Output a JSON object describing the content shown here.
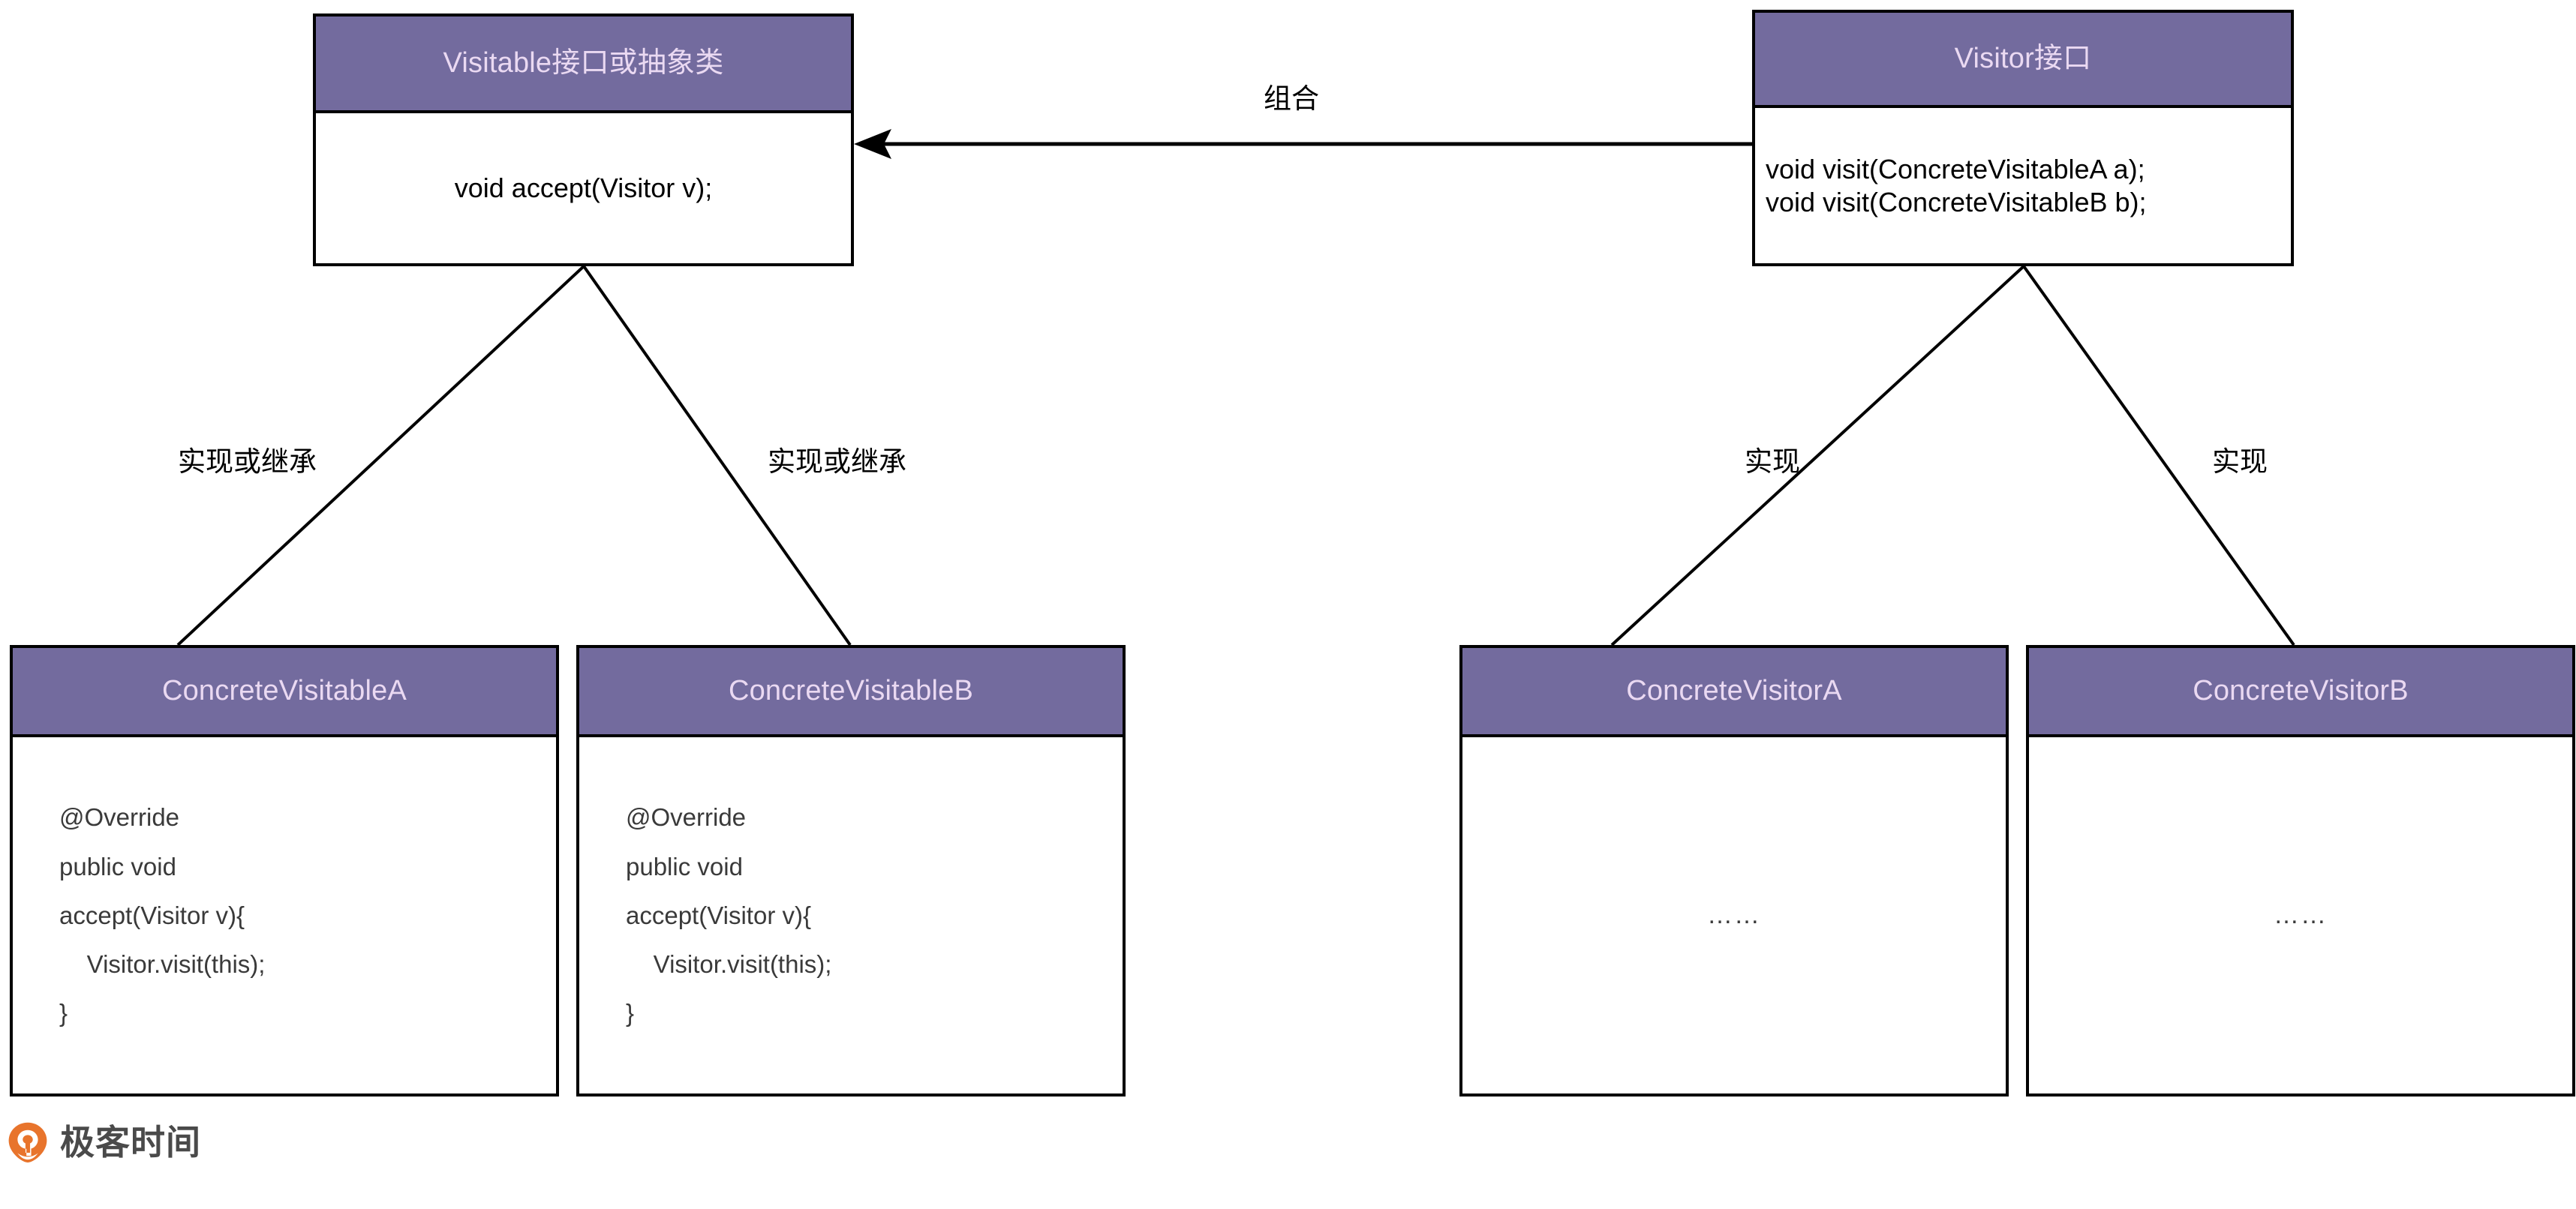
{
  "diagram": {
    "title_text_color": "#ead9f2",
    "header_fill": "#736b9e",
    "border_color": "#000000",
    "code_text_color": "#3a3a3a"
  },
  "nodes": {
    "visitable": {
      "title": "Visitable接口或抽象类",
      "members": "void accept(Visitor v);"
    },
    "visitor": {
      "title": "Visitor接口",
      "member_line_1": "void visit(ConcreteVisitableA a);",
      "member_line_2": "void visit(ConcreteVisitableB b);"
    },
    "concrete_visitable_a": {
      "title": "ConcreteVisitableA",
      "code_line_1": "@Override",
      "code_line_2": "public void",
      "code_line_3": "accept(Visitor v){",
      "code_line_4": "    Visitor.visit(this);",
      "code_line_5": "}"
    },
    "concrete_visitable_b": {
      "title": "ConcreteVisitableB",
      "code_line_1": "@Override",
      "code_line_2": "public void",
      "code_line_3": "accept(Visitor v){",
      "code_line_4": "    Visitor.visit(this);",
      "code_line_5": "}"
    },
    "concrete_visitor_a": {
      "title": "ConcreteVisitorA",
      "body": "……"
    },
    "concrete_visitor_b": {
      "title": "ConcreteVisitorB",
      "body": "……"
    }
  },
  "edges": {
    "composition": "组合",
    "visitable_a": "实现或继承",
    "visitable_b": "实现或继承",
    "visitor_a": "实现",
    "visitor_b": "实现"
  },
  "watermark": {
    "brand": "极客时间",
    "mark_color": "#e8742c"
  }
}
